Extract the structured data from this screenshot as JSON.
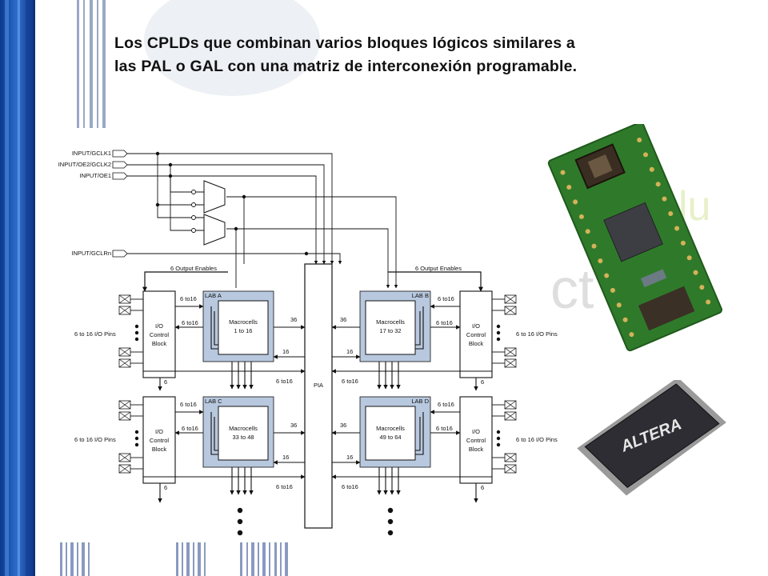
{
  "slide": {
    "text_line_1": "Los CPLDs que combinan varios bloques lógicos similares a",
    "text_line_2": "las PAL o GAL con una matriz de interconexión programable."
  },
  "diagram": {
    "inputs": [
      "INPUT/GCLK1",
      "INPUT/OE2/GCLK2",
      "INPUT/OE1",
      "INPUT/GCLRn"
    ],
    "output_enables_left": "6 Output Enables",
    "output_enables_right": "6 Output Enables",
    "pia": "PIA",
    "labs": [
      {
        "name": "LAB A",
        "macro_label": "Macrocells",
        "macro_range": "1 to 16"
      },
      {
        "name": "LAB B",
        "macro_label": "Macrocells",
        "macro_range": "17 to 32"
      },
      {
        "name": "LAB C",
        "macro_label": "Macrocells",
        "macro_range": "33 to 48"
      },
      {
        "name": "LAB D",
        "macro_label": "Macrocells",
        "macro_range": "49 to 64"
      }
    ],
    "io_block": [
      "I/O",
      "Control",
      "Block"
    ],
    "io_pins": "6 to 16 I/O Pins",
    "labels": {
      "six_to_16": "6 to16",
      "n36": "36",
      "n16": "16",
      "n6": "6"
    }
  },
  "photos": {
    "chip_brand": "ALTERA"
  }
}
